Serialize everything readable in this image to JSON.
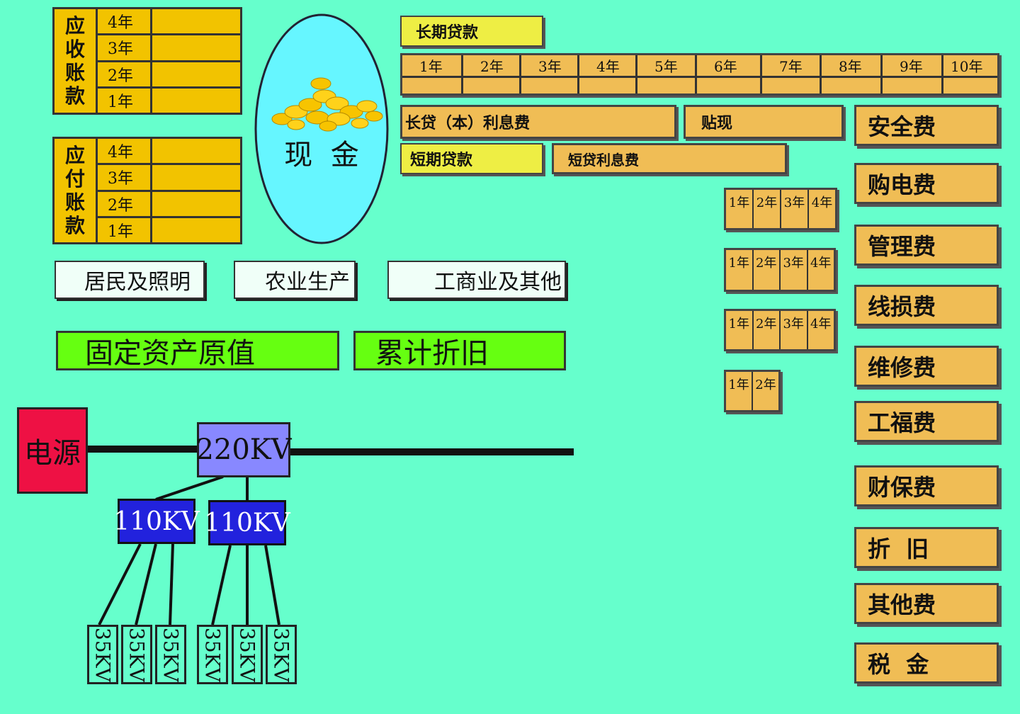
{
  "receivable": {
    "title": [
      "应",
      "收",
      "账",
      "款"
    ],
    "years": [
      "4年",
      "3年",
      "2年",
      "1年"
    ]
  },
  "payable": {
    "title": [
      "应",
      "付",
      "账",
      "款"
    ],
    "years": [
      "4年",
      "3年",
      "2年",
      "1年"
    ]
  },
  "cash": {
    "label": "现  金"
  },
  "long_loan": {
    "label": "长期贷款",
    "years": [
      "1年",
      "2年",
      "3年",
      "4年",
      "5年",
      "6年",
      "7年",
      "8年",
      "9年",
      "10年"
    ]
  },
  "interest": {
    "long_label": "长贷（本）利息费",
    "discount_label": "贴现",
    "short_loan_label": "短期贷款",
    "short_interest_label": "短贷利息费"
  },
  "small_grids": [
    [
      "1年",
      "2年",
      "3年",
      "4年"
    ],
    [
      "1年",
      "2年",
      "3年",
      "4年"
    ],
    [
      "1年",
      "2年",
      "3年",
      "4年"
    ],
    [
      "1年",
      "2年"
    ]
  ],
  "customers": [
    "居民及照明",
    "农业生产",
    "工商业及其他"
  ],
  "assets": {
    "original_value": "固定资产原值",
    "depreciation": "累计折旧"
  },
  "grid": {
    "source": "电源",
    "kv220": "220KV",
    "kv110": "110KV",
    "kv35": "35KV"
  },
  "fees": [
    "安全费",
    "购电费",
    "管理费",
    "线损费",
    "维修费",
    "工福费",
    "财保费",
    "折  旧",
    "其他费",
    "税  金"
  ],
  "colors": {
    "background": "#66ffcc",
    "yellow": "#f2c300",
    "orange": "#f0bd55",
    "loan": "#eeee44",
    "green": "#66ff11",
    "source": "#ee1144",
    "kv220": "#8888ff",
    "kv110": "#2222dd"
  }
}
